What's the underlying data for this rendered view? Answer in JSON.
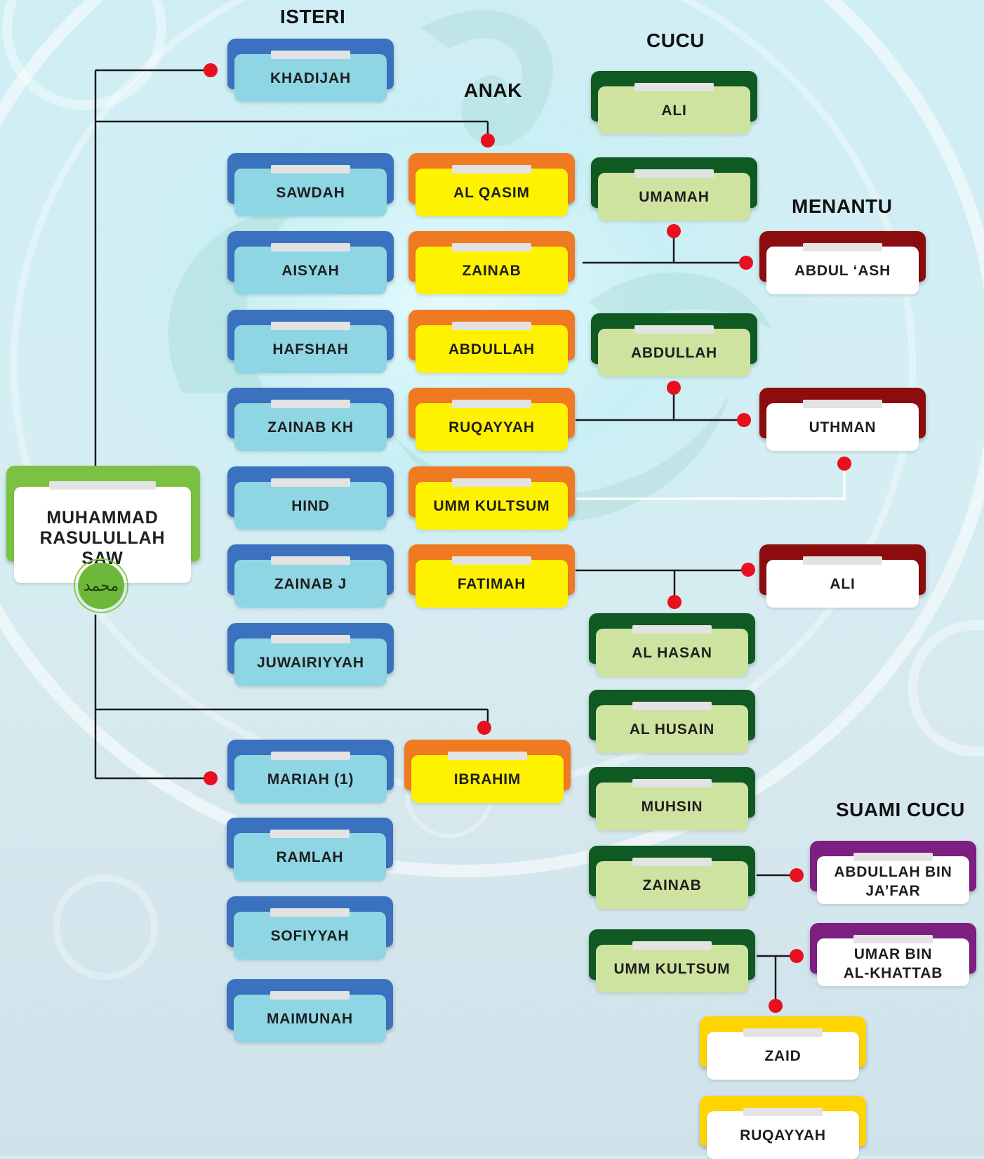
{
  "headings": {
    "wives": "ISTERI",
    "children": "ANAK",
    "grandchildren": "CUCU",
    "in_laws": "MENANTU",
    "grandchildren_husbands": "SUAMI CUCU"
  },
  "root": {
    "line1": "MUHAMMAD",
    "line2": "RASULULLAH",
    "line3": "SAW",
    "emblem_glyph": "محمد"
  },
  "wives": [
    "KHADIJAH",
    "SAWDAH",
    "AISYAH",
    "HAFSHAH",
    "ZAINAB KH",
    "HIND",
    "ZAINAB J",
    "JUWAIRIYYAH",
    "MARIAH (1)",
    "RAMLAH",
    "SOFIYYAH",
    "MAIMUNAH"
  ],
  "children": [
    "AL QASIM",
    "ZAINAB",
    "ABDULLAH",
    "RUQAYYAH",
    "UMM KULTSUM",
    "FATIMAH",
    "IBRAHIM"
  ],
  "grandchildren": [
    "ALI",
    "UMAMAH",
    "ABDULLAH",
    "AL HASAN",
    "AL HUSAIN",
    "MUHSIN",
    "ZAINAB",
    "UMM KULTSUM"
  ],
  "in_laws": [
    "ABDUL ‘ASH",
    "UTHMAN",
    "ALI"
  ],
  "grandchildren_husbands": [
    {
      "line1": "ABDULLAH BIN",
      "line2": "JA’FAR"
    },
    {
      "line1": "UMAR BIN",
      "line2": "AL-KHATTAB"
    }
  ],
  "great_grandchildren": [
    "ZAID",
    "RUQAYYAH"
  ],
  "colors": {
    "wife_back": "#3a72bf",
    "wife_front": "#8fd6e4",
    "child_back": "#f07a22",
    "child_front": "#fff200",
    "grandchild_back": "#0f5a22",
    "grandchild_front": "#cfe3a1",
    "in_law_back": "#8c0d0d",
    "husband_back": "#7d1f80",
    "great_grandchild_back": "#ffd400",
    "root_back": "#7cc242",
    "connector_dot": "#e8101e"
  }
}
